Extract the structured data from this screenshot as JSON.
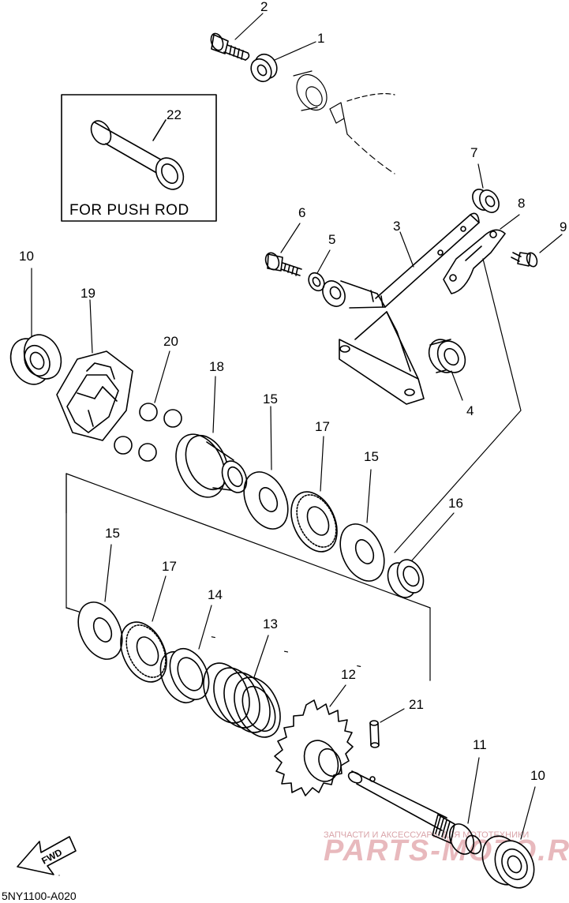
{
  "diagram": {
    "inset_label": "FOR PUSH ROD",
    "drawing_code": "5NY1100-A020",
    "fwd_label": "FWD",
    "watermark_top": "ЗАПЧАСТИ И АКСЕССУАРЫ ДЛЯ МОТОТЕХНИКИ",
    "watermark_main": "PARTS-MOTO.RU",
    "callouts": {
      "n1": "1",
      "n2": "2",
      "n3": "3",
      "n4": "4",
      "n5": "5",
      "n6": "6",
      "n7": "7",
      "n8": "8",
      "n9": "9",
      "n10a": "10",
      "n10b": "10",
      "n11": "11",
      "n12": "12",
      "n13": "13",
      "n14": "14",
      "n15a": "15",
      "n15b": "15",
      "n15c": "15",
      "n16": "16",
      "n17a": "17",
      "n17b": "17",
      "n18": "18",
      "n19": "19",
      "n20": "20",
      "n21": "21",
      "n22": "22"
    }
  }
}
